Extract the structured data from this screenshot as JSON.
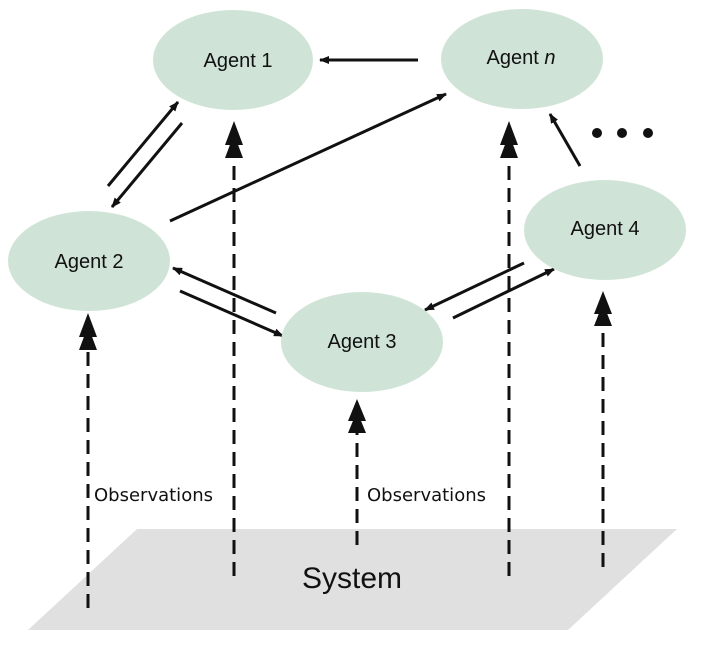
{
  "diagram": {
    "system": {
      "label": "System",
      "color": "#e0e0e0"
    },
    "agent_color": "#cfe4d7",
    "agents": [
      {
        "id": "agent-1",
        "label": "Agent 1",
        "suffix": ""
      },
      {
        "id": "agent-n",
        "label": "Agent ",
        "suffix": "n"
      },
      {
        "id": "agent-2",
        "label": "Agent 2",
        "suffix": ""
      },
      {
        "id": "agent-3",
        "label": "Agent 3",
        "suffix": ""
      },
      {
        "id": "agent-4",
        "label": "Agent 4",
        "suffix": ""
      }
    ],
    "ellipsis": "• • •",
    "observations_labels": [
      "Observations",
      "Observations"
    ],
    "edges": [
      {
        "from": "agent-n",
        "to": "agent-1"
      },
      {
        "from": "agent-2",
        "to": "agent-1"
      },
      {
        "from": "agent-1",
        "to": "agent-2"
      },
      {
        "from": "agent-2",
        "to": "agent-n"
      },
      {
        "from": "agent-4",
        "to": "agent-n"
      },
      {
        "from": "agent-3",
        "to": "agent-2"
      },
      {
        "from": "agent-2",
        "to": "agent-3"
      },
      {
        "from": "agent-4",
        "to": "agent-3"
      },
      {
        "from": "agent-3",
        "to": "agent-4"
      }
    ],
    "observation_links": [
      "agent-2",
      "agent-1",
      "agent-3",
      "agent-n",
      "agent-4"
    ]
  }
}
